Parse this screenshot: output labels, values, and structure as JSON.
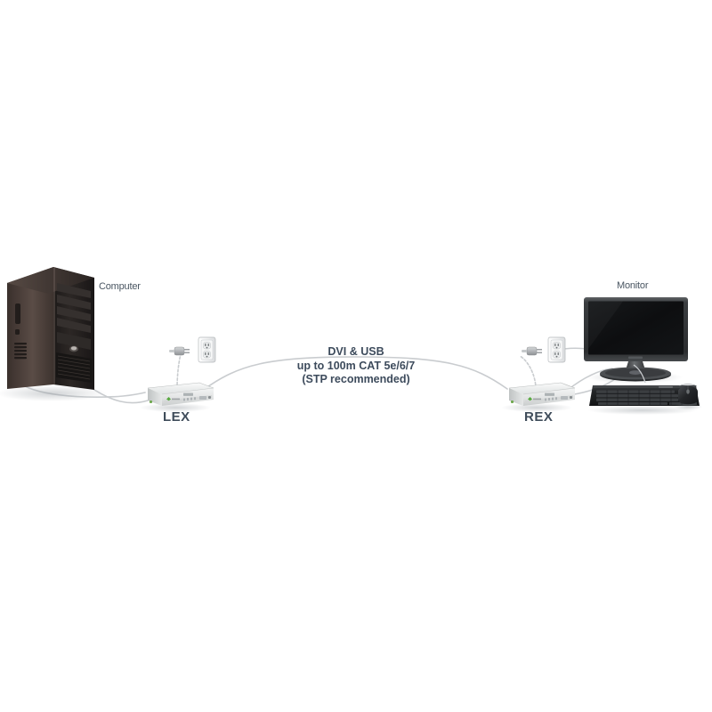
{
  "diagram": {
    "title_labels": {
      "computer": "Computer",
      "monitor": "Monitor",
      "lex": "LEX",
      "rex": "REX"
    },
    "link_label": {
      "line1": "DVI & USB",
      "line2": "up to 100m CAT 5e/6/7",
      "line3": "(STP recommended)"
    },
    "colors": {
      "background": "#ffffff",
      "label_text": "#4a5662",
      "device_label_text": "#3f4c5a",
      "link_text": "#3d4b5c",
      "cable": "#c9cccf",
      "device_body": "#e4e6e6",
      "device_top": "#f2f3f3",
      "tower_dark": "#2a2422",
      "tower_side": "#4a3f3b",
      "monitor_bezel": "#2f3133",
      "monitor_screen": "#111315",
      "keyboard_black": "#232527",
      "outlet_plate": "#f0f1f2",
      "logo_green": "#57a93f"
    },
    "elements": {
      "computer_tower": "computer-tower",
      "monitor": "lcd-monitor",
      "keyboard": "keyboard",
      "mouse": "mouse",
      "lex_device": "lex-extender-unit",
      "rex_device": "rex-extender-unit",
      "lex_outlet": "wall-outlet-left",
      "rex_outlet": "wall-outlet-right",
      "lex_plug": "power-plug-left",
      "rex_plug": "power-plug-right",
      "cat_cable": "cat5e-link-cable"
    }
  }
}
